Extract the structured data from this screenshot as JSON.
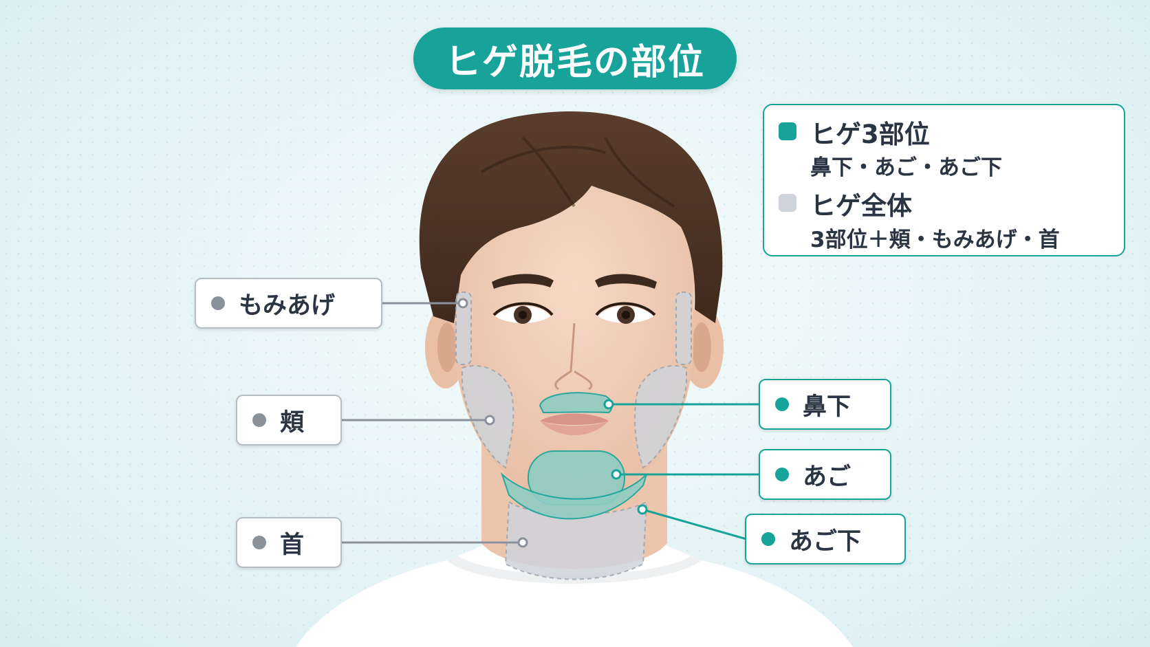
{
  "title": "ヒゲ脱毛の部位",
  "legend": {
    "items": [
      {
        "heading": "ヒゲ3部位",
        "detail": "鼻下・あご・あご下",
        "color": "#17a39a"
      },
      {
        "heading": "ヒゲ全体",
        "detail": "3部位＋頬・もみあげ・首",
        "color": "#cfd4da"
      }
    ]
  },
  "labels": {
    "left": [
      {
        "text": "もみあげ"
      },
      {
        "text": "頬"
      },
      {
        "text": "首"
      }
    ],
    "right": [
      {
        "text": "鼻下"
      },
      {
        "text": "あご"
      },
      {
        "text": "あご下"
      }
    ]
  },
  "colors": {
    "teal": "#17a39a",
    "gray_region": "#cfd4da",
    "gray_label_border": "#b5bcc4"
  }
}
